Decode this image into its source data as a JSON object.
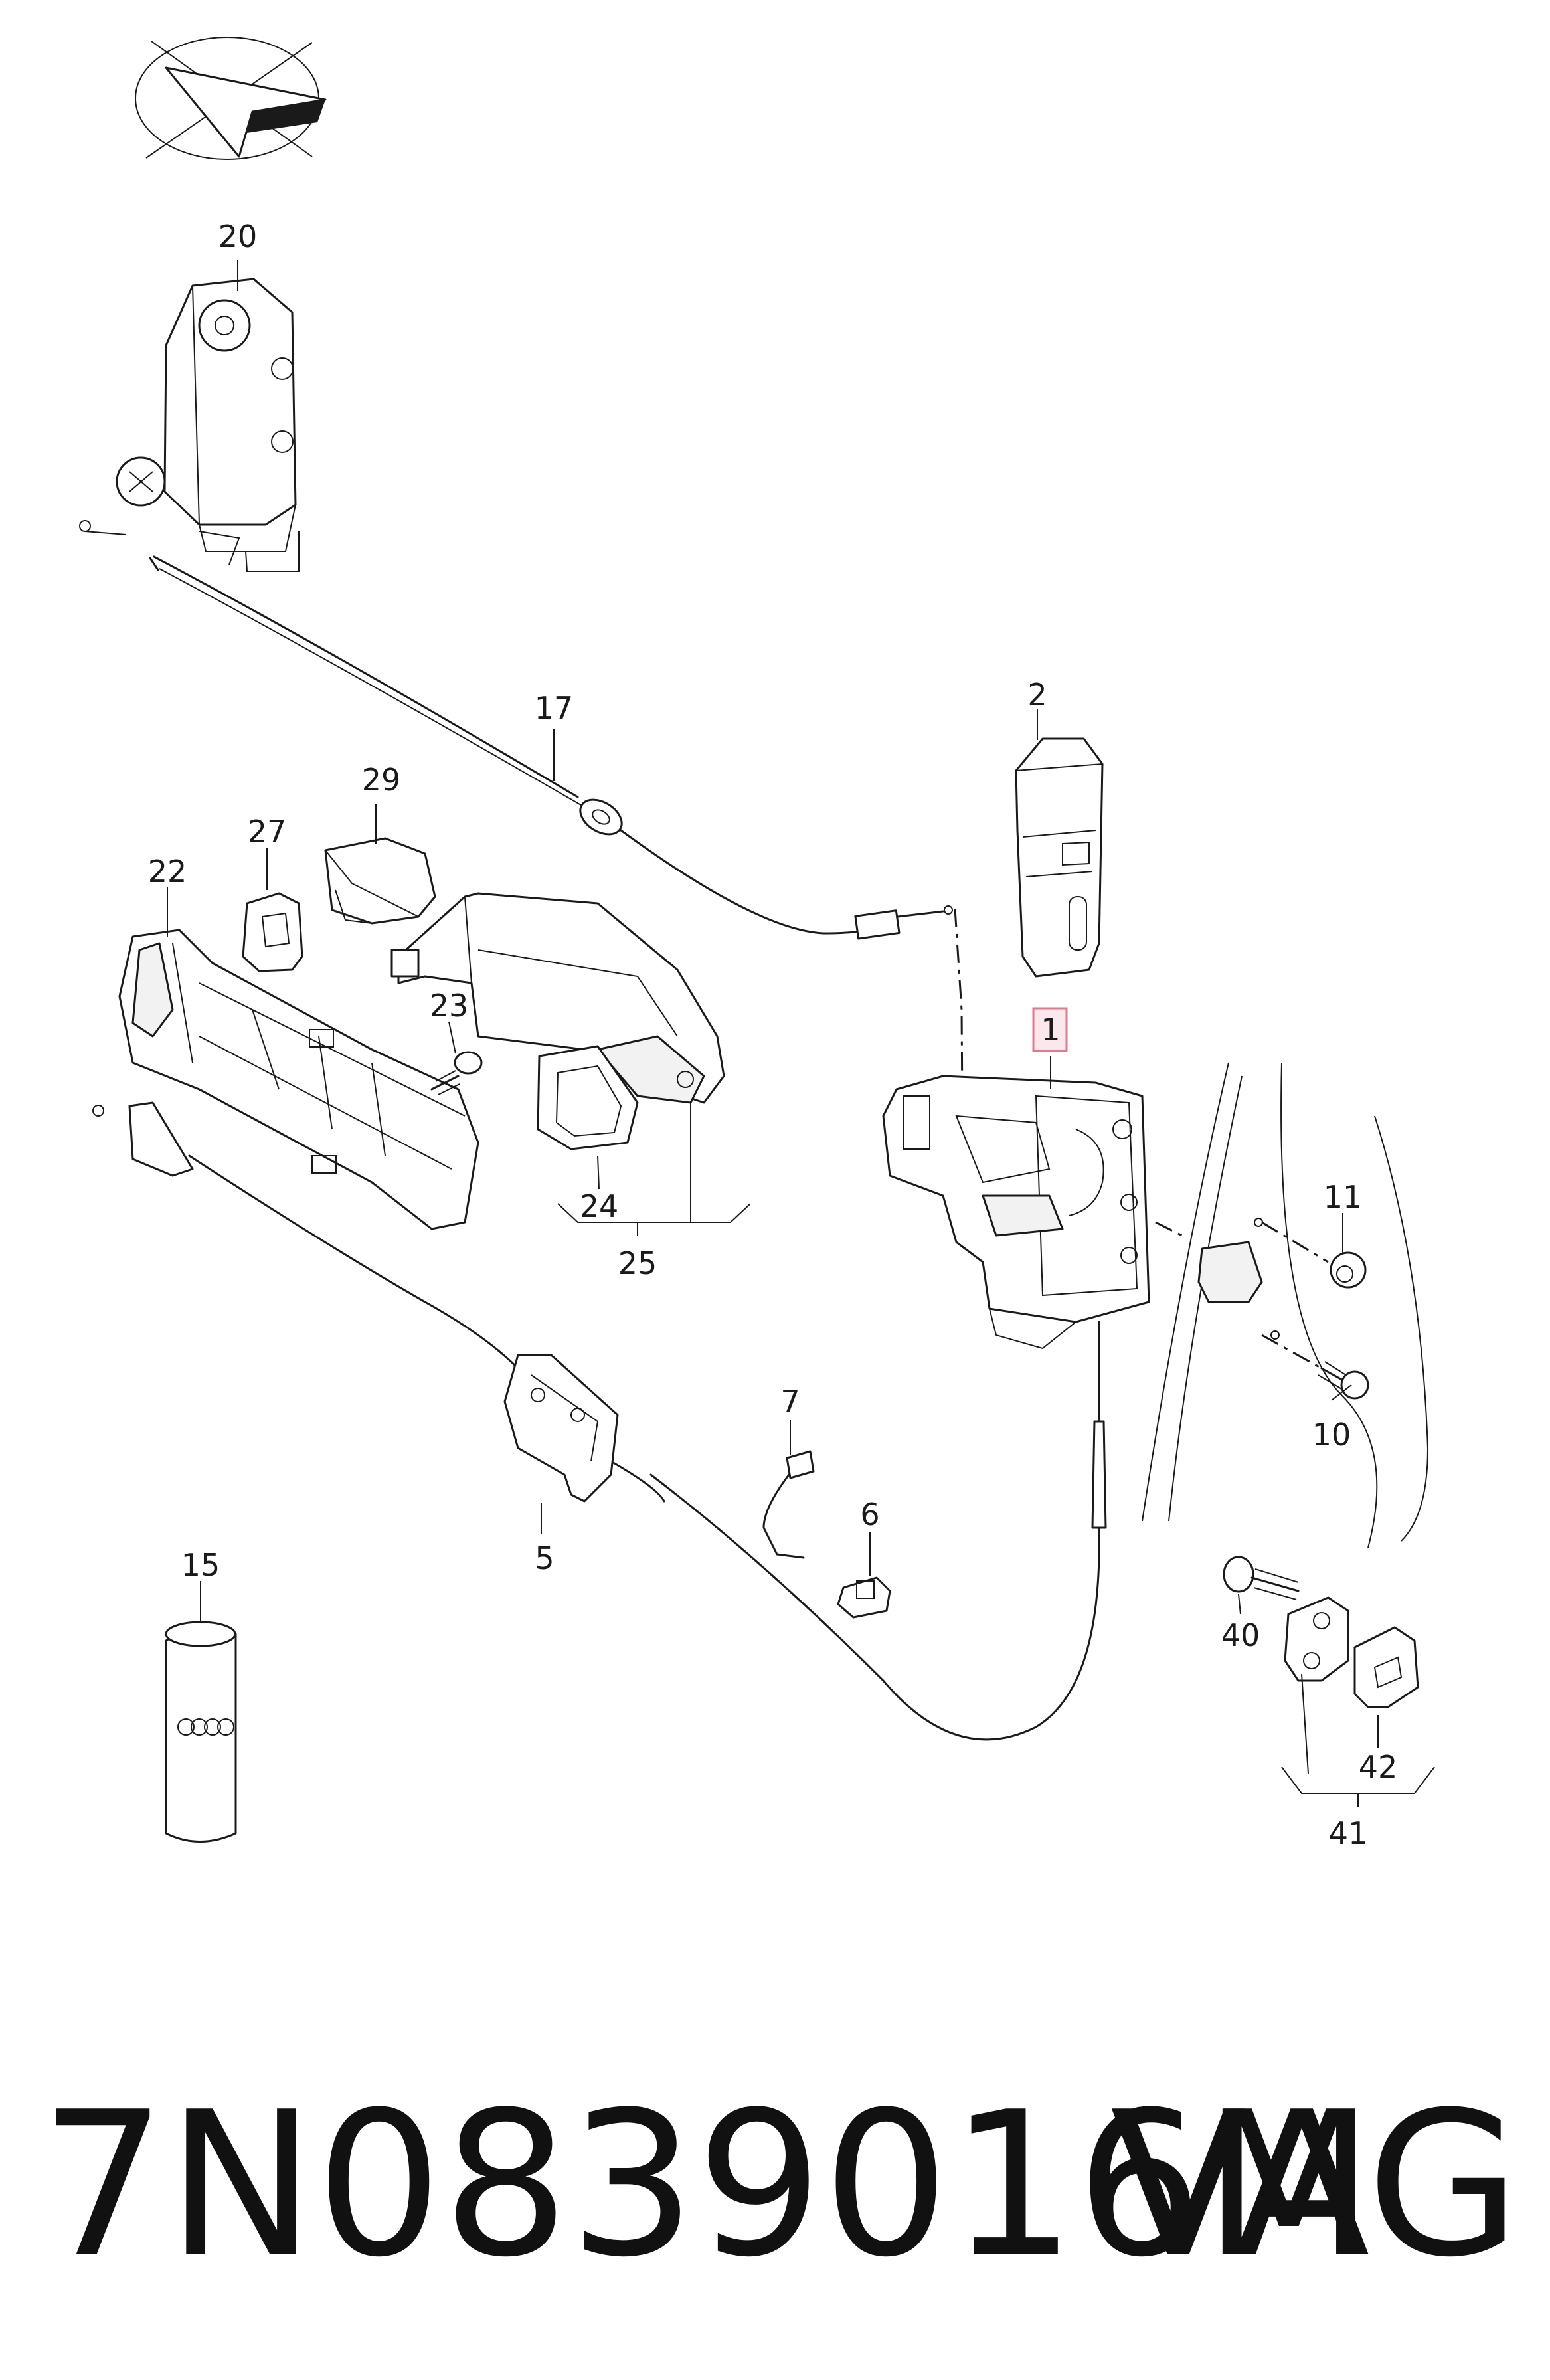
{
  "callouts": {
    "c1": "1",
    "c2": "2",
    "c5": "5",
    "c6": "6",
    "c7": "7",
    "c10": "10",
    "c11": "11",
    "c15": "15",
    "c17": "17",
    "c20": "20",
    "c22": "22",
    "c23": "23",
    "c24": "24",
    "c25": "25",
    "c27": "27",
    "c29": "29",
    "c40": "40",
    "c41": "41",
    "c42": "42"
  },
  "footer": {
    "part_number": "7N0839016M",
    "brand": "VAG"
  },
  "colors": {
    "line": "#1a1a1a",
    "highlight_fill": "#fbe8ec",
    "highlight_border": "#e07a8c"
  },
  "icons": {
    "orientation": "orientation-arrow-icon",
    "can_logo": "brand-rings-logo-icon"
  }
}
